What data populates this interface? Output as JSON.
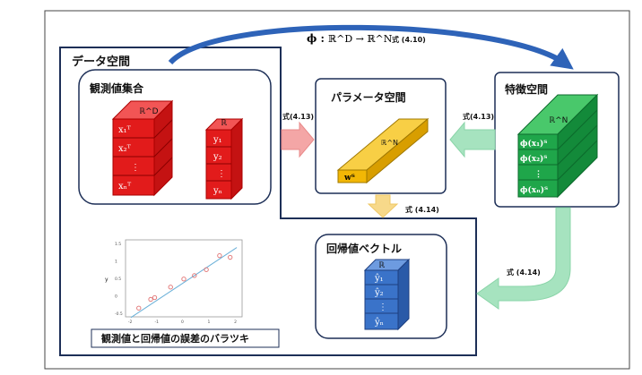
{
  "data_space": {
    "label": "データ空間"
  },
  "observed_set": {
    "label": "観測値集合",
    "x_cube_label": "ℝ^D",
    "y_cube_label": "ℝ",
    "x_rows": [
      "x₁ᵀ",
      "x₂ᵀ",
      "⋮",
      "xₙᵀ"
    ],
    "y_rows": [
      "y₁",
      "y₂",
      "⋮",
      "yₙ"
    ]
  },
  "param_space": {
    "label": "パラメータ空間",
    "slab_label": "ℝ^N",
    "w_label": "wᵀ"
  },
  "feature_space": {
    "label": "特徴空間",
    "cube_label": "ℝ^N",
    "rows": [
      "ϕ(x₁)ᵀ",
      "ϕ(x₂)ᵀ",
      "⋮",
      "ϕ(xₙ)ᵀ"
    ]
  },
  "regression_vector": {
    "label": "回帰値ベクトル",
    "cube_label": "ℝ",
    "rows": [
      "ŷ₁",
      "ŷ₂",
      "⋮",
      "ŷₙ"
    ]
  },
  "mapping": {
    "phi": "ϕ :",
    "domain": "ℝ^D → ℝ^N",
    "eq_ref": "式 (4.10)"
  },
  "arrows": {
    "left_to_param": "式(4.13)",
    "right_to_param": "式(4.13)",
    "param_down": "式 (4.14)",
    "feature_down": "式 (4.14)"
  },
  "plot": {
    "caption": "観測値と回帰値の誤差のバラツキ",
    "ylabel": "y",
    "xticks": [
      "-2",
      "-1",
      "0",
      "1",
      "2"
    ],
    "yticks": [
      "1.5",
      "1",
      "0.5",
      "0",
      "-0.5"
    ]
  },
  "chart_data": {
    "type": "scatter",
    "x": [
      -1.7,
      -1.25,
      -1.1,
      -0.5,
      0.0,
      0.4,
      0.85,
      1.35,
      1.75
    ],
    "y": [
      -0.35,
      -0.1,
      -0.05,
      0.25,
      0.48,
      0.58,
      0.75,
      1.15,
      1.1
    ],
    "fit_line": {
      "x": [
        -2,
        2
      ],
      "y": [
        -0.62,
        1.38
      ]
    },
    "xlim": [
      -2.2,
      2.2
    ],
    "ylim": [
      -0.6,
      1.6
    ],
    "colors": {
      "points": "#e07070",
      "fit": "#6ab0d8"
    }
  },
  "colors": {
    "red": "#e21b1b",
    "yellow": "#f2b705",
    "green": "#1fa64a",
    "blue": "#3a73c9",
    "arrow_blue": "#2e63b8",
    "arrow_pink": "#f4a6a6",
    "arrow_green": "#a6e3bf",
    "arrow_yellow": "#f7d98a"
  }
}
